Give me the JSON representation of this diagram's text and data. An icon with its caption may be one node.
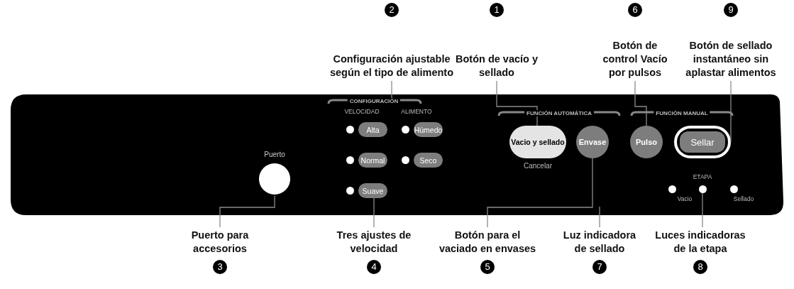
{
  "diagram": {
    "nodes": [
      {
        "text": [
          "2",
          "Configuración ajustable según el tipo de alimento"
        ]
      },
      {
        "text": [
          "1",
          "Botón de vacío y sellado"
        ]
      },
      {
        "text": [
          "6",
          "Botón de control Vacío por pulsos"
        ]
      },
      {
        "text": [
          "9",
          "Botón de sellado instantáneo sin aplastar alimentos"
        ]
      },
      {
        "text": [],
        "shape": "box"
      },
      {
        "text": [
          "Puerto"
        ],
        "in": 4
      },
      {
        "text": [
          "Alta"
        ],
        "in": 4
      },
      {
        "text": [
          "Húmedo"
        ],
        "in": 4
      },
      {
        "text": [
          "Normal"
        ],
        "in": 4
      },
      {
        "text": [
          "Seco"
        ],
        "in": 4
      },
      {
        "text": [
          "Suave"
        ],
        "in": 4
      },
      {
        "text": [
          "Vacio y sellado"
        ],
        "beside": [
          "Cancelar"
        ],
        "in": 4
      },
      {
        "text": [
          "Envase"
        ],
        "in": 4
      },
      {
        "text": [
          "Pulso"
        ],
        "in": 4
      },
      {
        "text": [
          "Sellar"
        ],
        "in": 4
      },
      {
        "text": [],
        "shape": "circle",
        "in": 4
      },
      {
        "text": [],
        "shape": "circle",
        "in": 4
      },
      {
        "text": [],
        "shape": "circle",
        "in": 4
      },
      {
        "text": [
          "Puerto para accesorios",
          "3"
        ]
      },
      {
        "text": [
          "Tres ajustes de velocidad",
          "4"
        ]
      },
      {
        "text": [
          "Botón para el vaciado en envases",
          "5"
        ]
      },
      {
        "text": [
          "Luz indicadora de sellado",
          "7"
        ]
      },
      {
        "text": [
          "Luces indicadoras de la etapa",
          "8"
        ]
      }
    ],
    "edges": [
      {
        "from": 1,
        "to": 11,
        "arrow": "none"
      },
      {
        "from": 0,
        "to": 4,
        "arrow": "none"
      },
      {
        "from": 18,
        "to": 5,
        "arrow": "none"
      },
      {
        "from": 19,
        "to": 10,
        "arrow": "none"
      },
      {
        "from": 20,
        "to": 12,
        "arrow": "none"
      },
      {
        "from": 2,
        "to": 13,
        "arrow": "none"
      },
      {
        "from": 21,
        "to": 4,
        "arrow": "none"
      },
      {
        "from": 22,
        "to": 16,
        "arrow": "none"
      },
      {
        "from": 3,
        "to": 14,
        "arrow": "none"
      }
    ],
    "labels": [
      "CONFIGURACIÓN",
      "VELOCIDAD",
      "ALIMENTO",
      "FUNCIÓN AUTOMÁTICA",
      "FUNCIÓN MANUAL",
      "ETAPA",
      "Vacio",
      "Sellado"
    ]
  }
}
